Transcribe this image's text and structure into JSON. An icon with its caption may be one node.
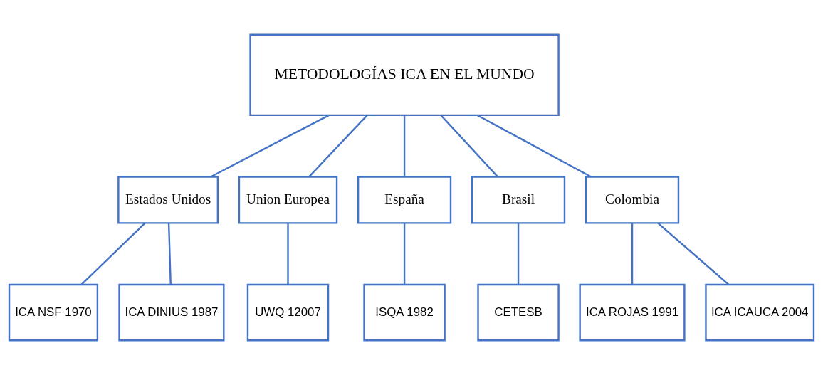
{
  "diagram": {
    "nodes": [
      {
        "text": [
          "METODOLOGÍAS ICA EN EL MUNDO"
        ]
      },
      {
        "text": [
          "Estados Unidos"
        ]
      },
      {
        "text": [
          "Union Europea"
        ]
      },
      {
        "text": [
          "España"
        ]
      },
      {
        "text": [
          "Brasil"
        ]
      },
      {
        "text": [
          "Colombia"
        ]
      },
      {
        "text": [
          "ICA NSF 1970"
        ]
      },
      {
        "text": [
          "ICA DINIUS 1987"
        ]
      },
      {
        "text": [
          "UWQ 12007"
        ]
      },
      {
        "text": [
          "ISQA 1982"
        ]
      },
      {
        "text": [
          "CETESB"
        ]
      },
      {
        "text": [
          "ICA ROJAS 1991"
        ]
      },
      {
        "text": [
          "ICA ICAUCA 2004"
        ]
      }
    ],
    "edges": [
      {
        "from": 0,
        "to": 1,
        "arrow": "none"
      },
      {
        "from": 0,
        "to": 2,
        "arrow": "none"
      },
      {
        "from": 0,
        "to": 3,
        "arrow": "none"
      },
      {
        "from": 0,
        "to": 4,
        "arrow": "none"
      },
      {
        "from": 0,
        "to": 5,
        "arrow": "none"
      },
      {
        "from": 1,
        "to": 6,
        "arrow": "none"
      },
      {
        "from": 1,
        "to": 7,
        "arrow": "none"
      },
      {
        "from": 2,
        "to": 8,
        "arrow": "none"
      },
      {
        "from": 3,
        "to": 9,
        "arrow": "none"
      },
      {
        "from": 4,
        "to": 10,
        "arrow": "none"
      },
      {
        "from": 5,
        "to": 11,
        "arrow": "none"
      },
      {
        "from": 5,
        "to": 12,
        "arrow": "none"
      }
    ]
  }
}
